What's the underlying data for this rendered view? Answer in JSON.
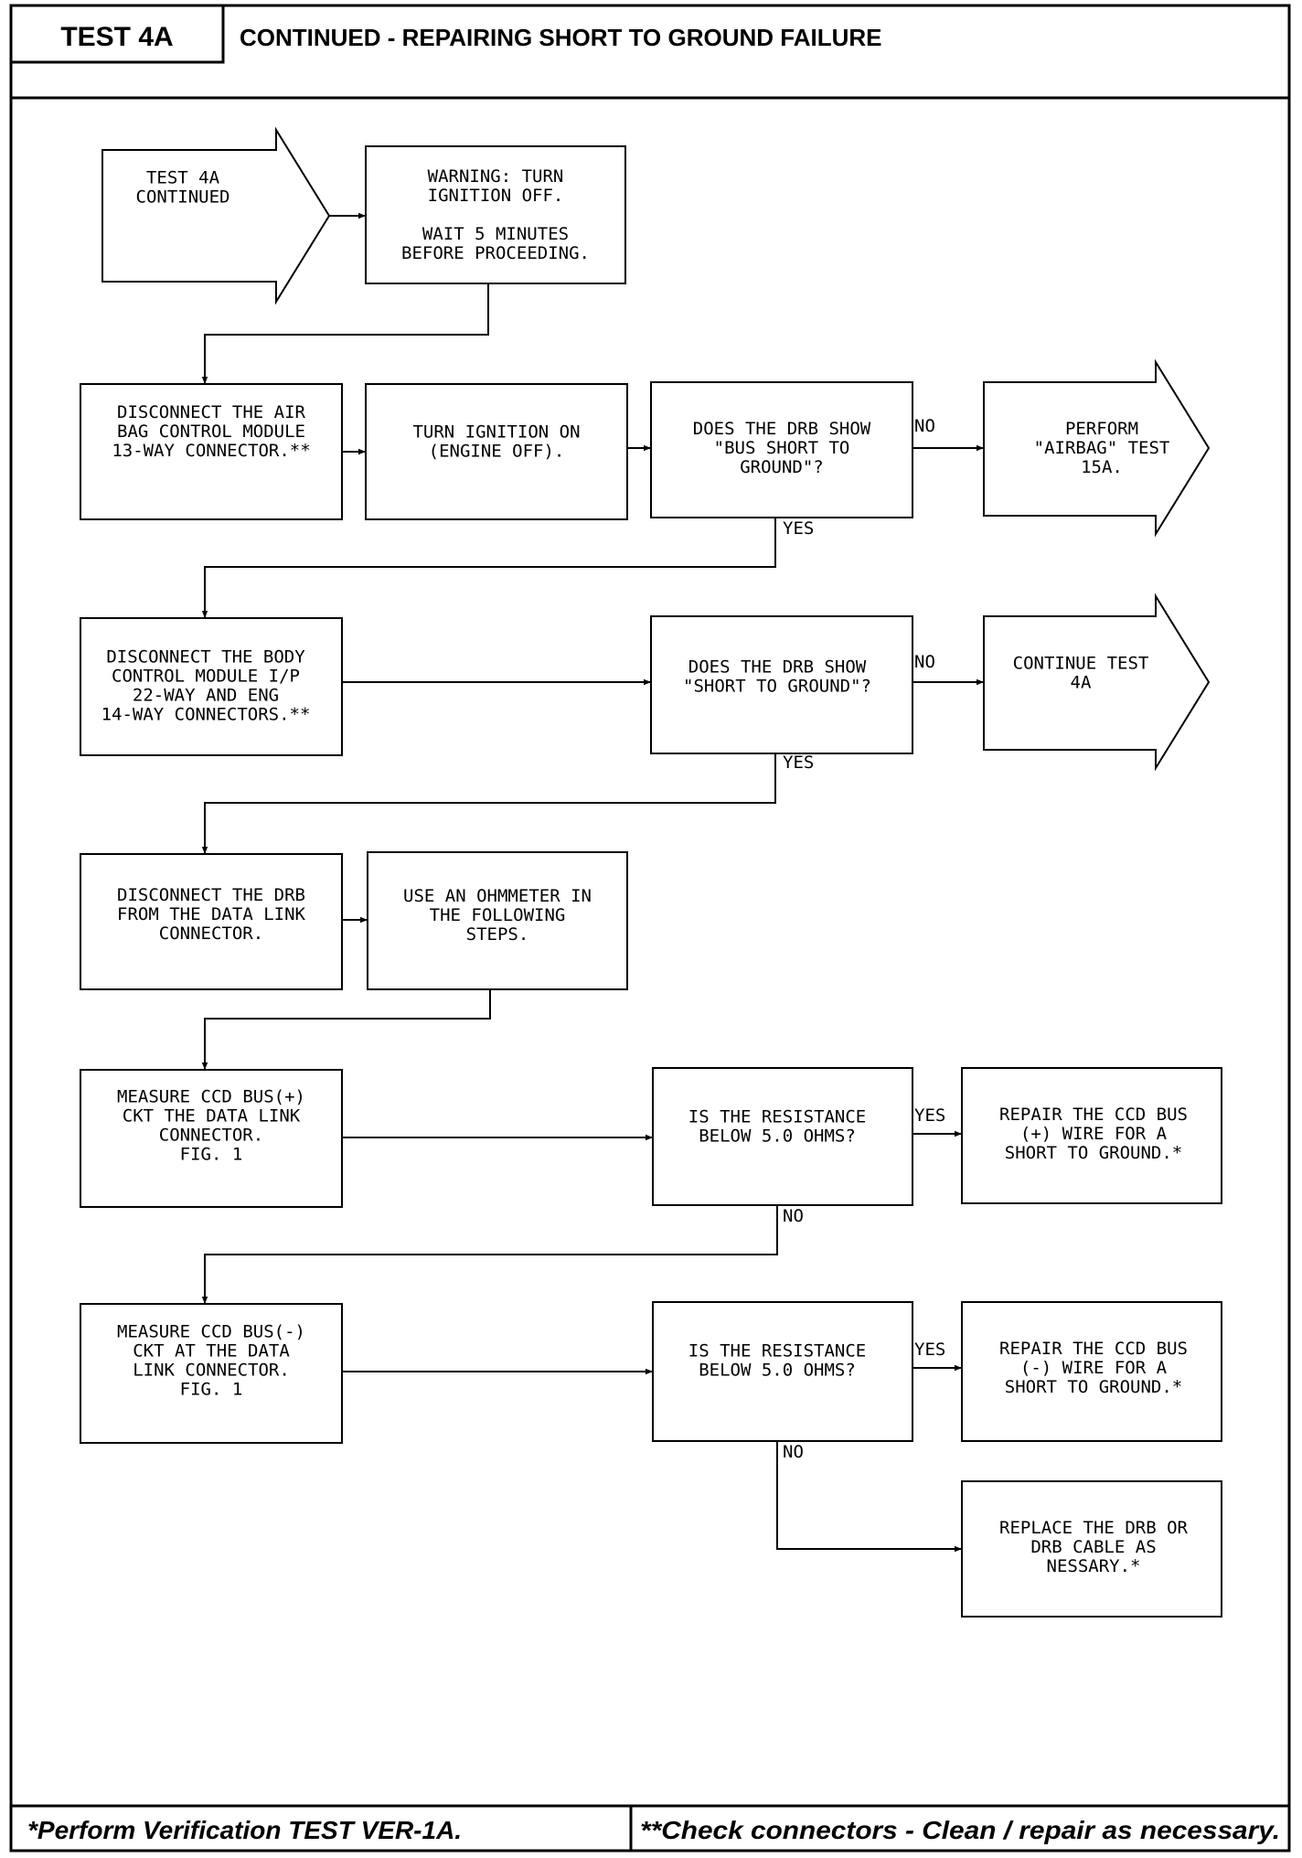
{
  "header": {
    "test_id": "TEST 4A",
    "title": "CONTINUED - REPAIRING SHORT TO GROUND FAILURE"
  },
  "nodes": {
    "start": [
      "TEST 4A",
      "CONTINUED"
    ],
    "warning": [
      "WARNING: TURN",
      "IGNITION OFF.",
      "",
      "WAIT 5 MINUTES",
      "BEFORE PROCEEDING."
    ],
    "disconnect_airbag": [
      "DISCONNECT THE AIR",
      "BAG CONTROL MODULE",
      "13-WAY CONNECTOR.**"
    ],
    "turn_on": [
      "TURN IGNITION ON",
      "(ENGINE OFF)."
    ],
    "bus_short_q": [
      "DOES THE DRB SHOW",
      "\"BUS SHORT TO",
      "GROUND\"?"
    ],
    "perform_airbag": [
      "PERFORM",
      "\"AIRBAG\" TEST",
      "15A."
    ],
    "disconnect_body": [
      "DISCONNECT THE BODY",
      "CONTROL MODULE I/P",
      "22-WAY AND ENG",
      "14-WAY CONNECTORS.**"
    ],
    "short_q": [
      "DOES THE DRB SHOW",
      "\"SHORT TO GROUND\"?"
    ],
    "continue_4a": [
      "CONTINUE TEST",
      "4A"
    ],
    "disconnect_drb": [
      "DISCONNECT THE DRB",
      "FROM THE DATA LINK",
      "CONNECTOR."
    ],
    "ohmmeter": [
      "USE AN OHMMETER IN",
      "THE FOLLOWING",
      "STEPS."
    ],
    "measure_plus": [
      "MEASURE CCD BUS(+)",
      "CKT THE DATA LINK",
      "CONNECTOR.",
      "FIG. 1"
    ],
    "resist_q1": [
      "IS THE RESISTANCE",
      "BELOW 5.0 OHMS?"
    ],
    "repair_plus": [
      "REPAIR THE CCD BUS",
      "(+) WIRE FOR A",
      "SHORT TO GROUND.*"
    ],
    "measure_minus": [
      "MEASURE CCD BUS(-)",
      "CKT AT THE DATA",
      "LINK CONNECTOR.",
      "FIG. 1"
    ],
    "resist_q2": [
      "IS THE RESISTANCE",
      "BELOW 5.0 OHMS?"
    ],
    "repair_minus": [
      "REPAIR THE CCD BUS",
      "(-) WIRE FOR A",
      "SHORT TO GROUND.*"
    ],
    "replace_drb": [
      "REPLACE THE DRB OR",
      "DRB CABLE AS",
      "NESSARY.*"
    ]
  },
  "labels": {
    "no": "NO",
    "yes": "YES"
  },
  "footer": {
    "left": "*Perform Verification TEST VER-1A.",
    "right": "**Check connectors - Clean / repair as necessary."
  }
}
